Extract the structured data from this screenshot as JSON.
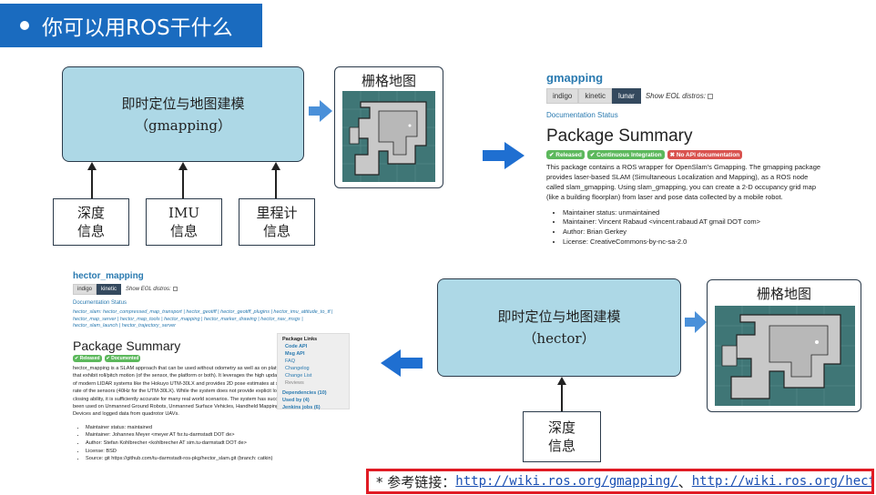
{
  "banner": {
    "title": "你可以用ROS干什么"
  },
  "top_diagram": {
    "slam_box": {
      "line1": "即时定位与地图建模",
      "line2": "（gmapping）"
    },
    "inputs": [
      {
        "line1": "深度",
        "line2": "信息"
      },
      {
        "line1": "IMU",
        "line2": "信息"
      },
      {
        "line1": "里程计",
        "line2": "信息"
      }
    ],
    "map_title": "栅格地图"
  },
  "bottom_diagram": {
    "slam_box": {
      "line1": "即时定位与地图建模",
      "line2": "（hector）"
    },
    "input": {
      "line1": "深度",
      "line2": "信息"
    },
    "map_title": "栅格地图"
  },
  "gmapping_panel": {
    "package_name": "gmapping",
    "tabs": [
      "indigo",
      "kinetic",
      "lunar"
    ],
    "eol_label": "Show EOL distros:",
    "doc_status": "Documentation Status",
    "summary_title": "Package Summary",
    "badges": [
      {
        "text": "✔ Released",
        "color": "#5cb85c"
      },
      {
        "text": "✔ Continuous Integration",
        "color": "#5cb85c"
      },
      {
        "text": "✖ No API documentation",
        "color": "#d9534f"
      }
    ],
    "description": "This package contains a ROS wrapper for OpenSlam's Gmapping. The gmapping package provides laser-based SLAM (Simultaneous Localization and Mapping), as a ROS node called slam_gmapping. Using slam_gmapping, you can create a 2-D occupancy grid map (like a building floorplan) from laser and pose data collected by a mobile robot.",
    "meta": [
      "Maintainer status: unmaintained",
      "Maintainer: Vincent Rabaud <vincent.rabaud AT gmail DOT com>",
      "Author: Brian Gerkey",
      "License: CreativeCommons-by-nc-sa-2.0"
    ]
  },
  "hector_panel": {
    "package_name": "hector_mapping",
    "tabs": [
      "indigo",
      "kinetic"
    ],
    "eol_label": "Show EOL distros:",
    "doc_status": "Documentation Status",
    "stack_line": "hector_slam: hector_compressed_map_transport | hector_geotiff | hector_geotiff_plugins | hector_imu_attitude_to_tf | hector_map_server | hector_map_tools | hector_mapping | hector_marker_drawing | hector_nav_msgs | hector_slam_launch | hector_trajectory_server",
    "summary_title": "Package Summary",
    "badges": [
      {
        "text": "✔ Released",
        "color": "#5cb85c"
      },
      {
        "text": "✔ Documented",
        "color": "#5cb85c"
      }
    ],
    "description": "hector_mapping is a SLAM approach that can be used without odometry as well as on platforms that exhibit roll/pitch motion (of the sensor, the platform or both). It leverages the high update rate of modern LIDAR systems like the Hokuyo UTM-30LX and provides 2D pose estimates at scan rate of the sensors (40Hz for the UTM-30LX). While the system does not provide explicit loop closing ability, it is sufficiently accurate for many real world scenarios. The system has successfully been used on Unmanned Ground Robots, Unmanned Surface Vehicles, Handheld Mapping Devices and logged data from quadrotor UAVs.",
    "meta": [
      "Maintainer status: maintained",
      "Maintainer: Johannes Meyer <meyer AT fsr.tu-darmstadt DOT de>",
      "Author: Stefan Kohlbrecher <kohlbrecher AT sim.tu-darmstadt DOT de>",
      "License: BSD",
      "Source: git https://github.com/tu-darmstadt-ros-pkg/hector_slam.git (branch: catkin)"
    ],
    "links_box": {
      "title": "Package Links",
      "bold_links": [
        "Code API",
        "Msg API"
      ],
      "links": [
        "FAQ",
        "Changelog",
        "Change List",
        "Reviews"
      ],
      "deps": [
        "Dependencies (10)",
        "Used by (4)",
        "Jenkins jobs (6)"
      ]
    }
  },
  "footer": {
    "prefix": "* 参考链接：",
    "link1": "http://wiki.ros.org/gmapping/",
    "separator": "、",
    "link2": "http://wiki.ros.org/hector_slam"
  },
  "colors": {
    "banner": "#1a6bbf",
    "slam_box": "#add8e6",
    "arrow": "#4a90d9",
    "big_arrow": "#1f6fd1",
    "link_border": "#e01b24"
  }
}
